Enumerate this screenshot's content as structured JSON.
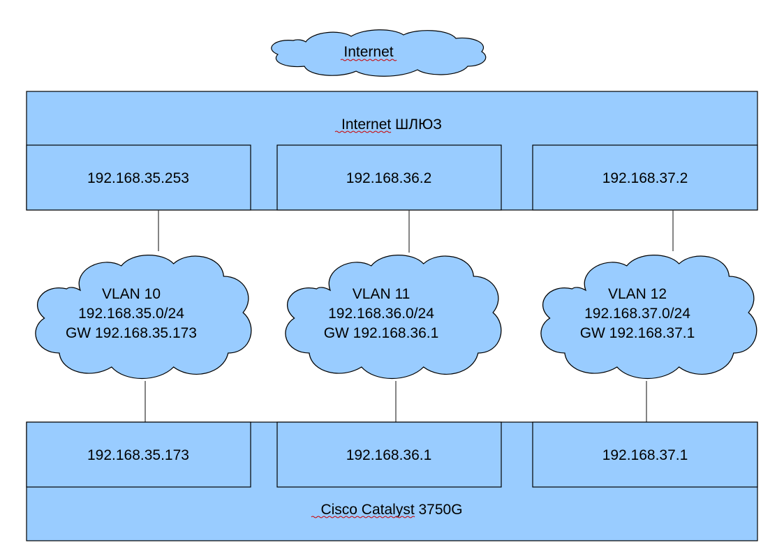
{
  "colors": {
    "fill": "#99ccff",
    "stroke": "#000000",
    "line": "#333333",
    "spellcheck": "#cc0000"
  },
  "internet": {
    "label": "Internet"
  },
  "gateway": {
    "title": "Internet ШЛЮЗ",
    "ports": [
      "192.168.35.253",
      "192.168.36.2",
      "192.168.37.2"
    ]
  },
  "vlans": [
    {
      "name": "VLAN 10",
      "subnet": "192.168.35.0/24",
      "gw": "GW 192.168.35.173"
    },
    {
      "name": "VLAN 11",
      "subnet": "192.168.36.0/24",
      "gw": "GW 192.168.36.1"
    },
    {
      "name": "VLAN 12",
      "subnet": "192.168.37.0/24",
      "gw": "GW 192.168.37.1"
    }
  ],
  "switch": {
    "title": "Cisco Catalyst 3750G",
    "ports": [
      "192.168.35.173",
      "192.168.36.1",
      "192.168.37.1"
    ]
  }
}
